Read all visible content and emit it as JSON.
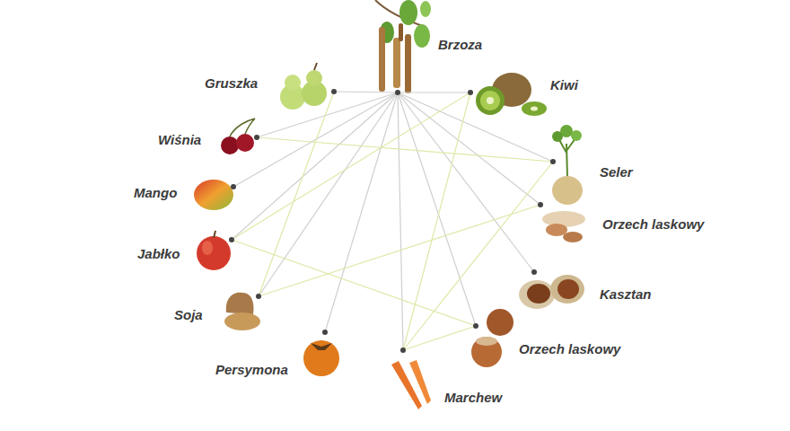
{
  "diagram": {
    "nodes": [
      {
        "text": [
          "Brzoza"
        ]
      },
      {
        "text": [
          "Gruszka"
        ]
      },
      {
        "text": [
          "Kiwi"
        ]
      },
      {
        "text": [
          "Wiśnia"
        ]
      },
      {
        "text": [
          "Seler"
        ]
      },
      {
        "text": [
          "Mango"
        ]
      },
      {
        "text": [
          "Orzech laskowy"
        ]
      },
      {
        "text": [
          "Jabłko"
        ]
      },
      {
        "text": [
          "Kasztan"
        ]
      },
      {
        "text": [
          "Soja"
        ]
      },
      {
        "text": [
          "Orzech laskowy"
        ]
      },
      {
        "text": [
          "Persymona"
        ]
      },
      {
        "text": [
          "Marchew"
        ]
      }
    ],
    "edges": [
      {
        "from": 0,
        "to": 1,
        "arrow": "none"
      },
      {
        "from": 0,
        "to": 3,
        "arrow": "none"
      },
      {
        "from": 0,
        "to": 5,
        "arrow": "none"
      },
      {
        "from": 0,
        "to": 7,
        "arrow": "none"
      },
      {
        "from": 0,
        "to": 9,
        "arrow": "none"
      },
      {
        "from": 0,
        "to": 11,
        "arrow": "none"
      },
      {
        "from": 0,
        "to": 12,
        "arrow": "none"
      },
      {
        "from": 0,
        "to": 10,
        "arrow": "none"
      },
      {
        "from": 0,
        "to": 8,
        "arrow": "none"
      },
      {
        "from": 0,
        "to": 6,
        "arrow": "none"
      },
      {
        "from": 0,
        "to": 4,
        "arrow": "none"
      },
      {
        "from": 0,
        "to": 2,
        "arrow": "none"
      },
      {
        "from": 2,
        "to": 7,
        "arrow": "none"
      },
      {
        "from": 2,
        "to": 12,
        "arrow": "none"
      },
      {
        "from": 3,
        "to": 4,
        "arrow": "none"
      },
      {
        "from": 7,
        "to": 10,
        "arrow": "none"
      },
      {
        "from": 9,
        "to": 6,
        "arrow": "none"
      },
      {
        "from": 12,
        "to": 10,
        "arrow": "none"
      },
      {
        "from": 4,
        "to": 12,
        "arrow": "none"
      },
      {
        "from": 1,
        "to": 9,
        "arrow": "none"
      }
    ]
  }
}
